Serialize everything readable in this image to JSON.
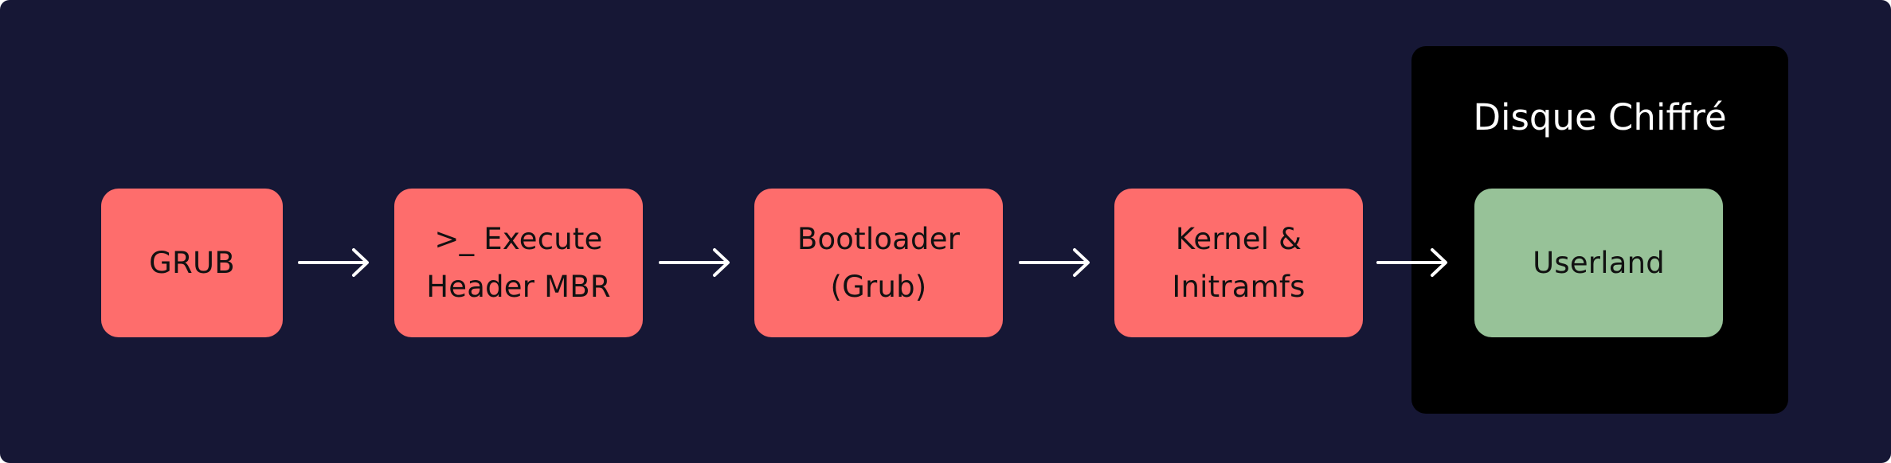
{
  "colors": {
    "background": "#161735",
    "step_fill": "#fe6d6c",
    "encrypted_fill": "#000000",
    "userland_fill": "#97c298",
    "text_dark": "#111111",
    "text_light": "#ffffff",
    "arrow": "#ffffff"
  },
  "steps": [
    {
      "label": "GRUB"
    },
    {
      "label": ">_ Execute\nHeader MBR"
    },
    {
      "label": "Bootloader\n(Grub)"
    },
    {
      "label": "Kernel &\nInitramfs"
    }
  ],
  "encrypted_disk": {
    "title": "Disque Chiffré",
    "inner": {
      "label": "Userland"
    }
  },
  "arrows": [
    {
      "icon": "arrow-right-icon"
    },
    {
      "icon": "arrow-right-icon"
    },
    {
      "icon": "arrow-right-icon"
    },
    {
      "icon": "arrow-right-icon"
    }
  ]
}
